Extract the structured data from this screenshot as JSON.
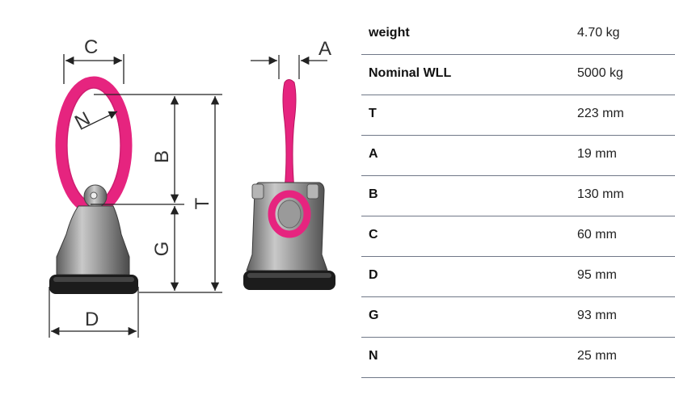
{
  "drawing": {
    "labels": {
      "c": "C",
      "n": "N",
      "b": "B",
      "t": "T",
      "g": "G",
      "d": "D",
      "a": "A"
    },
    "colors": {
      "ring": "#e6247f",
      "ring_dark": "#b8155e",
      "body": "#8c8c8c",
      "base": "#1c1c1c",
      "line": "#222222"
    }
  },
  "specs": [
    {
      "label": "weight",
      "value": "4.70 kg"
    },
    {
      "label": "Nominal WLL",
      "value": "5000 kg"
    },
    {
      "label": "T",
      "value": "223 mm"
    },
    {
      "label": "A",
      "value": "19 mm"
    },
    {
      "label": "B",
      "value": "130 mm"
    },
    {
      "label": "C",
      "value": "60 mm"
    },
    {
      "label": "D",
      "value": "95 mm"
    },
    {
      "label": "G",
      "value": "93 mm"
    },
    {
      "label": "N",
      "value": "25 mm"
    }
  ]
}
